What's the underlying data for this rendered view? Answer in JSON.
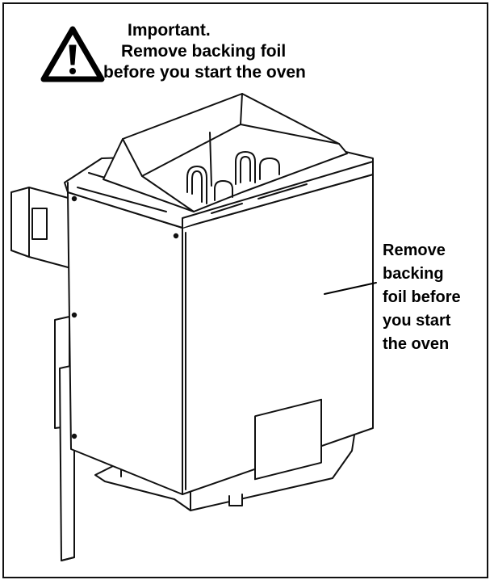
{
  "warning": {
    "icon": "warning-triangle-icon",
    "line1": "Important.",
    "line2": "Remove backing foil",
    "line3": "before you start the oven"
  },
  "callout": {
    "lines": [
      "Remove",
      "backing",
      "foil before",
      "you start",
      "the oven"
    ]
  },
  "colors": {
    "ink": "#000000",
    "background": "#ffffff"
  }
}
